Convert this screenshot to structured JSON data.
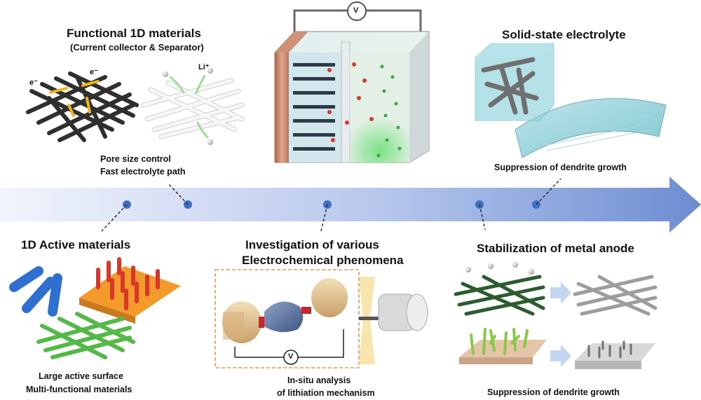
{
  "sections": {
    "functional_1d": {
      "title": "Functional 1D materials",
      "subtitle": "(Current collector & Separator)",
      "electron_label_1": "e⁻",
      "electron_label_2": "e⁻",
      "lithium_label": "Li⁺",
      "caption_line1": "Pore size control",
      "caption_line2": "Fast electrolyte path"
    },
    "battery": {
      "voltmeter_symbol": "V"
    },
    "solid_state": {
      "title": "Solid-state electrolyte",
      "caption": "Suppression of dendrite growth"
    },
    "active_materials": {
      "title": "1D Active materials",
      "caption_line1": "Large active surface",
      "caption_line2": "Multi-functional materials"
    },
    "investigation": {
      "title_line1": "Investigation of various",
      "title_line2": "Electrochemical phenomena",
      "voltmeter_symbol": "V",
      "caption_line1": "In-situ analysis",
      "caption_line2": "of lithiation mechanism"
    },
    "metal_anode": {
      "title": "Stabilization of metal anode",
      "caption": "Suppression of dendrite growth"
    }
  },
  "colors": {
    "arrow_start": "#eef1fb",
    "arrow_end": "#6f8fd3",
    "timeline_dot": "#3f6fc4",
    "fiber_dark": "#2f2f2f",
    "electron_path": "#f2b21a",
    "separator_white": "#f2f2f2",
    "copper": "#c8866a",
    "active_blue": "#2e6fd0",
    "active_orange": "#f39a2a",
    "active_red": "#d9362c",
    "active_green": "#55b94a",
    "electrolyte_teal": "#8fd3dc",
    "dashed_frame": "#e09a55"
  }
}
